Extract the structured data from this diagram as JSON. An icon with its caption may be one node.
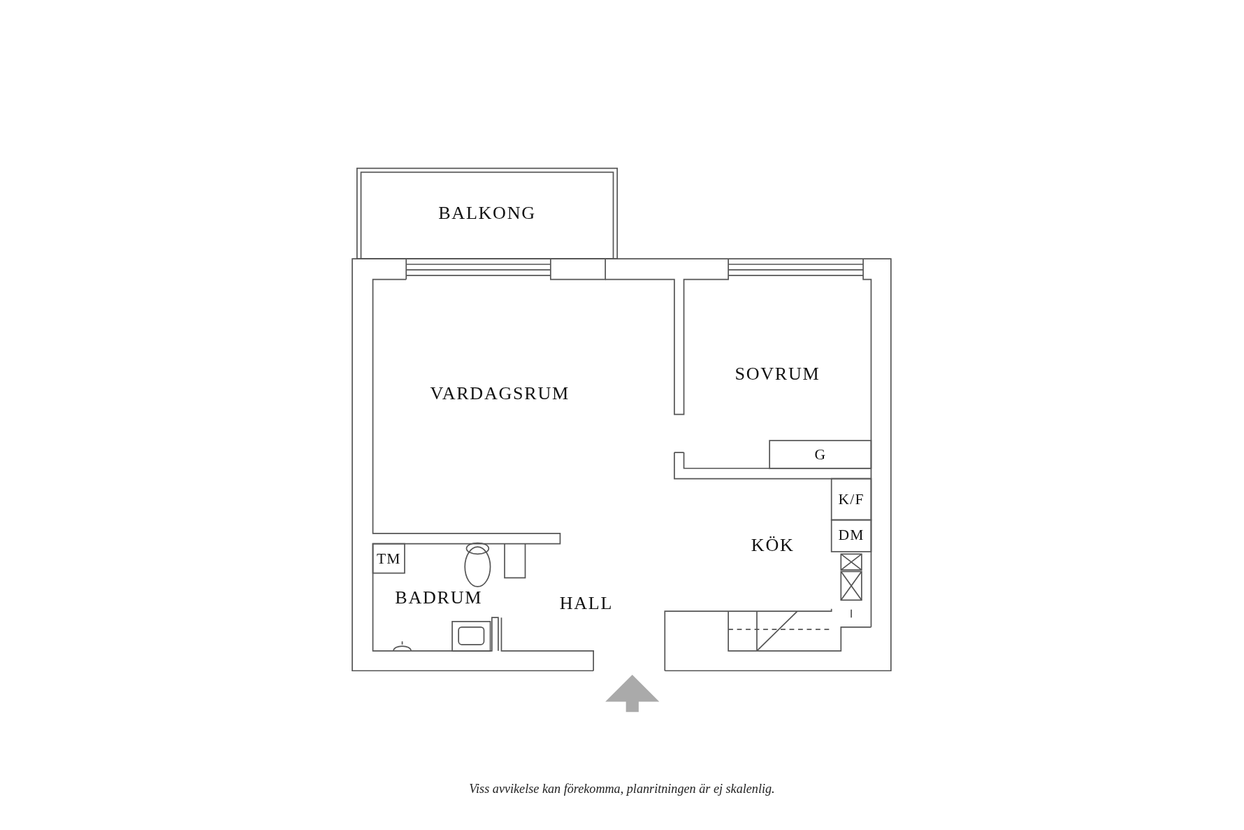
{
  "diagram": {
    "caption": "Viss avvikelse kan förekomma, planritningen är ej skalenlig.",
    "nodes": [
      {
        "text": [
          "BALKONG"
        ]
      },
      {
        "text": [
          "VARDAGSRUM"
        ]
      },
      {
        "text": [
          "SOVRUM"
        ]
      },
      {
        "text": [
          "G"
        ],
        "in": 2
      },
      {
        "text": [
          "KÖK"
        ]
      },
      {
        "text": [
          "K/F"
        ],
        "in": 4
      },
      {
        "text": [
          "DM"
        ],
        "in": 4
      },
      {
        "text": [
          "BADRUM"
        ]
      },
      {
        "text": [
          "TM"
        ],
        "in": 7
      },
      {
        "text": [
          "HALL"
        ]
      }
    ]
  }
}
